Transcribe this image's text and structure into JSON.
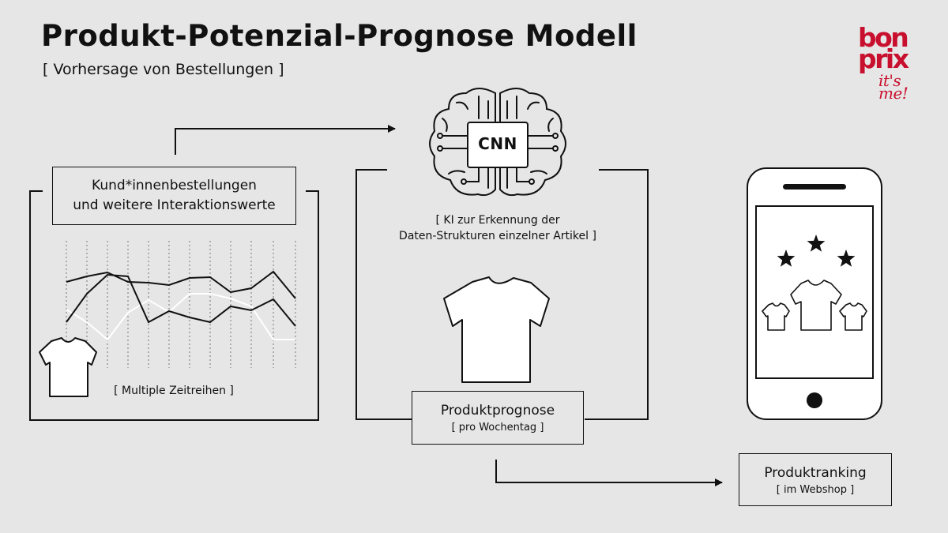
{
  "title": "Produkt-Potenzial-Prognose Modell",
  "subtitle": "[ Vorhersage von Bestellungen ]",
  "logo": {
    "line1": "bon",
    "line2": "prix",
    "claim": "it's me!",
    "color": "#c8102e"
  },
  "input": {
    "title_line1": "Kund*innenbestellungen",
    "title_line2": "und weitere Interaktionswerte",
    "caption": "[ Multiple Zeitreihen ]"
  },
  "model": {
    "chip_label": "CNN",
    "caption_line1": "[ KI zur Erkennung der",
    "caption_line2": "Daten-Strukturen einzelner Artikel ]"
  },
  "forecast": {
    "title": "Produktprognose",
    "subtitle": "[ pro Wochentag ]"
  },
  "ranking": {
    "title": "Produktranking",
    "subtitle": "[ im Webshop ]"
  },
  "icons": [
    "brain-icon",
    "cpu-chip-icon",
    "tshirt-icon",
    "smartphone-icon",
    "star-icon",
    "arrow-icon"
  ],
  "colors": {
    "background": "#e6e6e6",
    "line": "#111111",
    "accent": "#c8102e",
    "light_series": "#ffffff"
  }
}
